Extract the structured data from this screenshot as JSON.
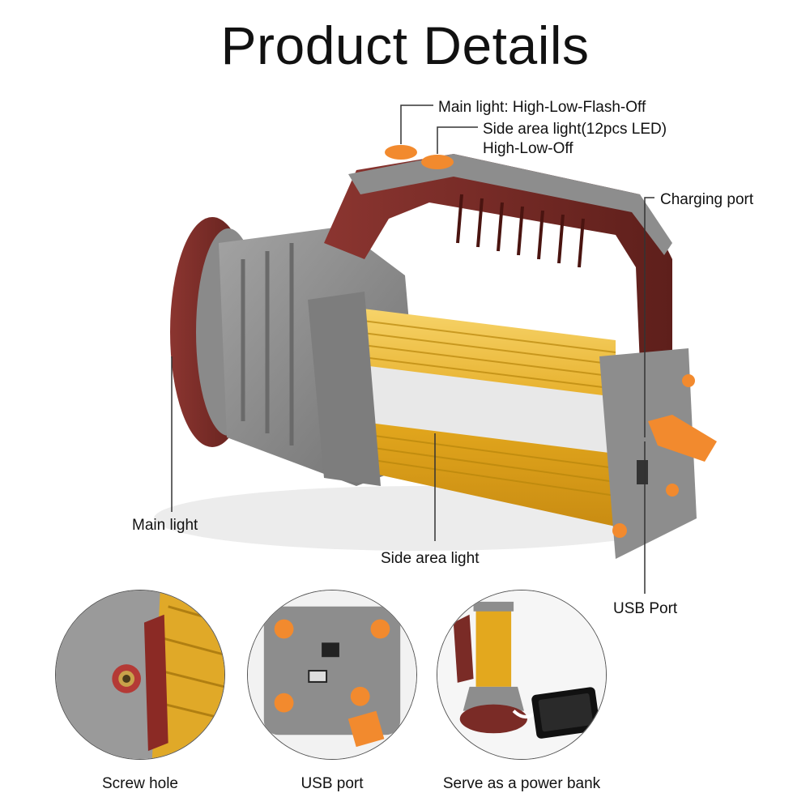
{
  "title": "Product Details",
  "callouts": {
    "main_light_modes_1": "Main light: High-Low-Flash-Off",
    "side_light_modes_1": "Side area light(12pcs LED)",
    "side_light_modes_2": "High-Low-Off",
    "charging_port": "Charging port",
    "main_light": "Main light",
    "side_area_light": "Side area light",
    "usb_port_main": "USB Port"
  },
  "details": [
    {
      "caption": "Screw hole"
    },
    {
      "caption": "USB port"
    },
    {
      "caption": "Serve as a power bank"
    }
  ],
  "colors": {
    "body_gray": "#8d8d8d",
    "handle_maroon": "#7a2b26",
    "aluminum_gold": "#e3b02a",
    "button_orange": "#f28a2e"
  }
}
